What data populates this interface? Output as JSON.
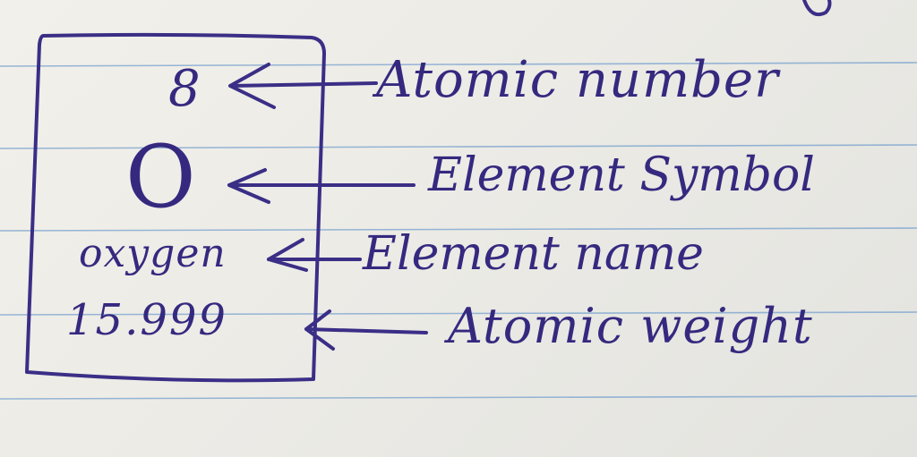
{
  "element_box": {
    "atomic_number": "8",
    "symbol": "O",
    "name": "oxygen",
    "atomic_weight": "15.999"
  },
  "labels": {
    "atomic_number": "Atomic number",
    "element_symbol": "Element Symbol",
    "element_name": "Element name",
    "atomic_weight": "Atomic weight"
  },
  "colors": {
    "ink": "#3a2e86",
    "ruled_line": "#7fa6cf",
    "paper": "#eeede8"
  }
}
